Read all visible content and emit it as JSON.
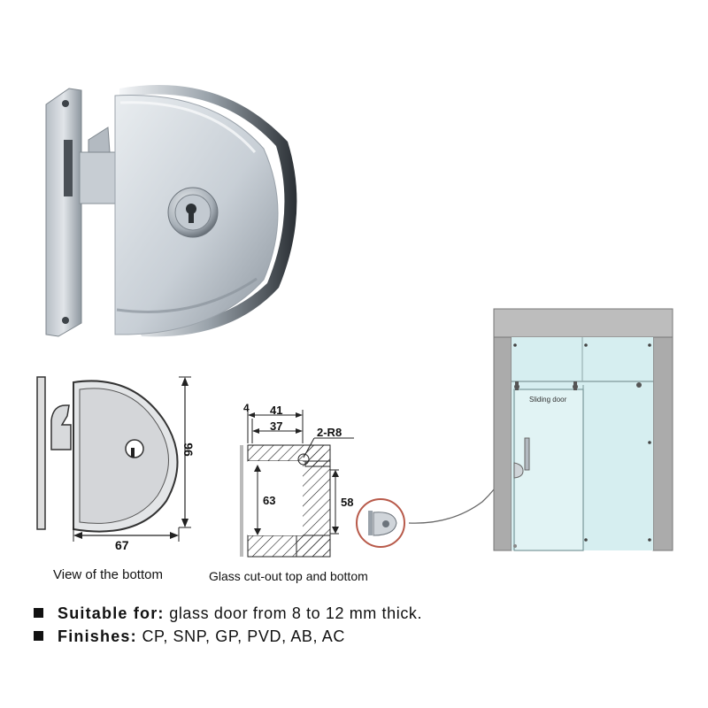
{
  "product_photo": {
    "name": "glass door lock photo"
  },
  "bottom_view": {
    "caption": "View of the bottom",
    "dim_height": "96",
    "dim_width": "67"
  },
  "cutout": {
    "caption": "Glass cut-out top and bottom",
    "dim_4": "4",
    "dim_41": "41",
    "dim_37": "37",
    "dim_radius": "2-R8",
    "dim_63": "63",
    "dim_58": "58"
  },
  "installation": {
    "sliding_door_label": "Sliding door"
  },
  "specs": [
    {
      "label": "Suitable for:",
      "value": "glass door from 8 to 12 mm thick."
    },
    {
      "label": "Finishes:",
      "value": "CP, SNP, GP, PVD, AB, AC"
    }
  ],
  "colors": {
    "metal_light": "#d6dbe0",
    "metal_mid": "#aab2ba",
    "metal_dark": "#5e666e",
    "glass": "#d4ecee",
    "frame": "#a9a9a9",
    "callout_ring": "#b85a4a"
  }
}
